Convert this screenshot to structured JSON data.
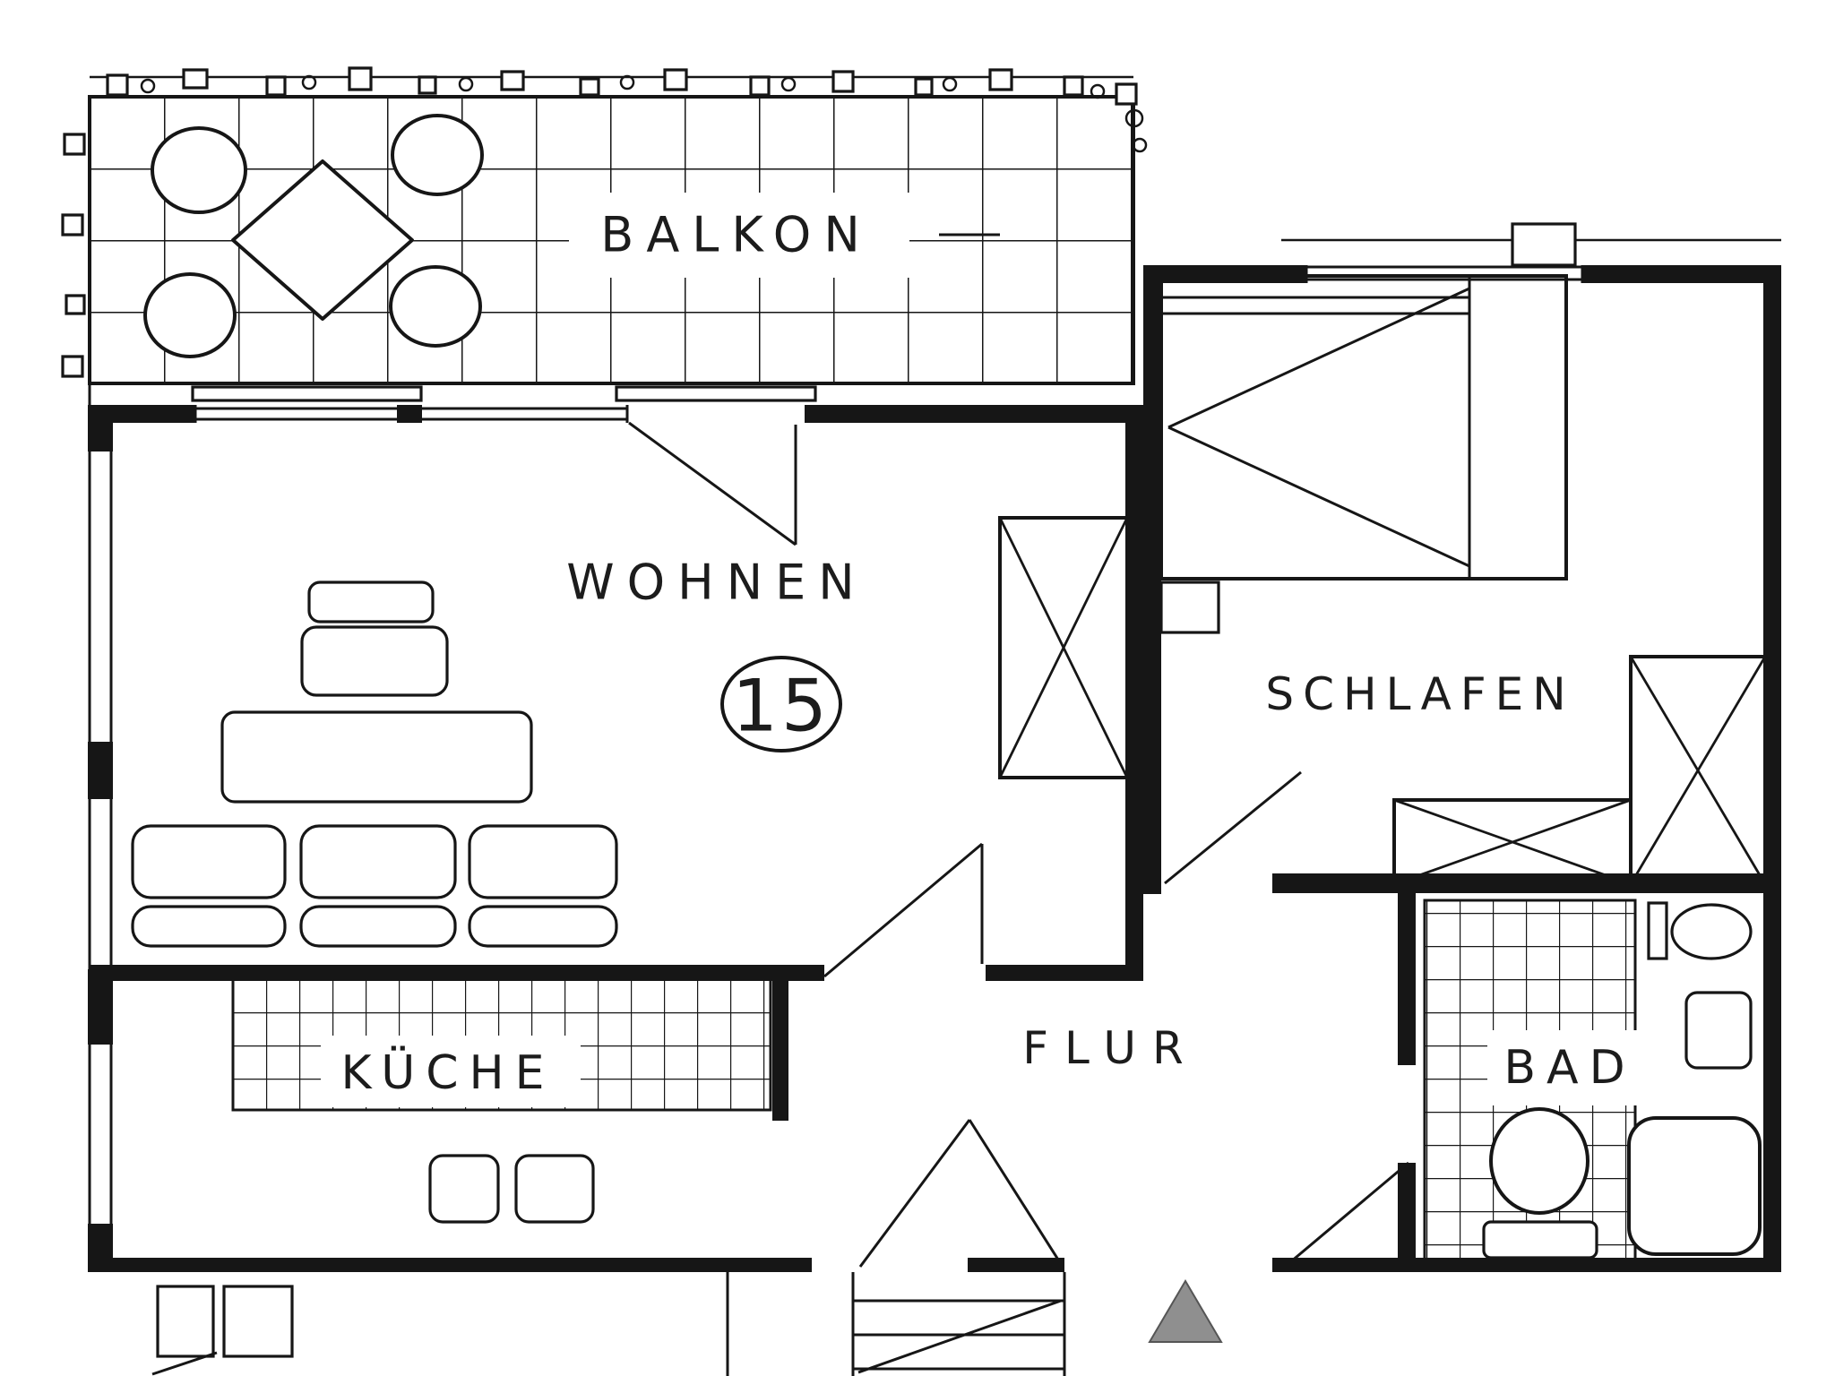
{
  "plan": {
    "type": "apartment-floor-plan",
    "apartment_number": "15",
    "rooms": [
      {
        "id": "balkon",
        "label": "BALKON"
      },
      {
        "id": "wohnen",
        "label": "WOHNEN"
      },
      {
        "id": "schlafen",
        "label": "SCHLAFEN"
      },
      {
        "id": "kueche",
        "label": "KÜCHE"
      },
      {
        "id": "flur",
        "label": "FLUR"
      },
      {
        "id": "bad",
        "label": "BAD"
      }
    ]
  },
  "labels": {
    "balkon": "BALKON",
    "wohnen": "WOHNEN",
    "schlafen": "SCHLAFEN",
    "kueche": "KÜCHE",
    "flur": "FLUR",
    "bad": "BAD",
    "apartment_number": "15"
  },
  "symbols": {
    "entry_marker": "triangle-up",
    "wardrobe_marker": "x-cross",
    "floor_tiles": "square-grid"
  },
  "colors": {
    "ink": "#161616",
    "paper": "#ffffff",
    "entry_marker": "#8f8f8f"
  }
}
